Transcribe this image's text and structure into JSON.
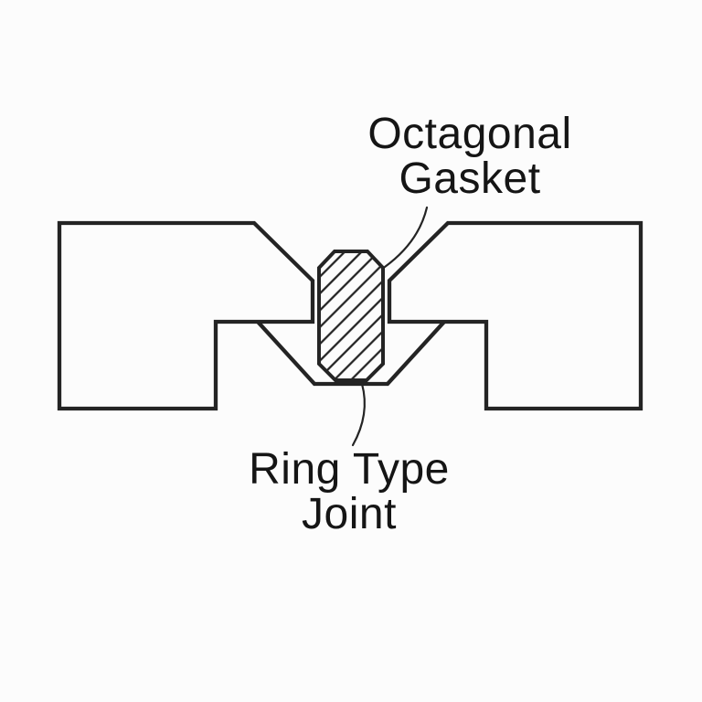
{
  "labels": {
    "gasket": {
      "line1": "Octagonal",
      "line2": "Gasket"
    },
    "joint": {
      "line1": "Ring Type",
      "line2": "Joint"
    }
  },
  "colors": {
    "background": "#fcfcfc",
    "line": "#242424",
    "text": "#151515"
  }
}
